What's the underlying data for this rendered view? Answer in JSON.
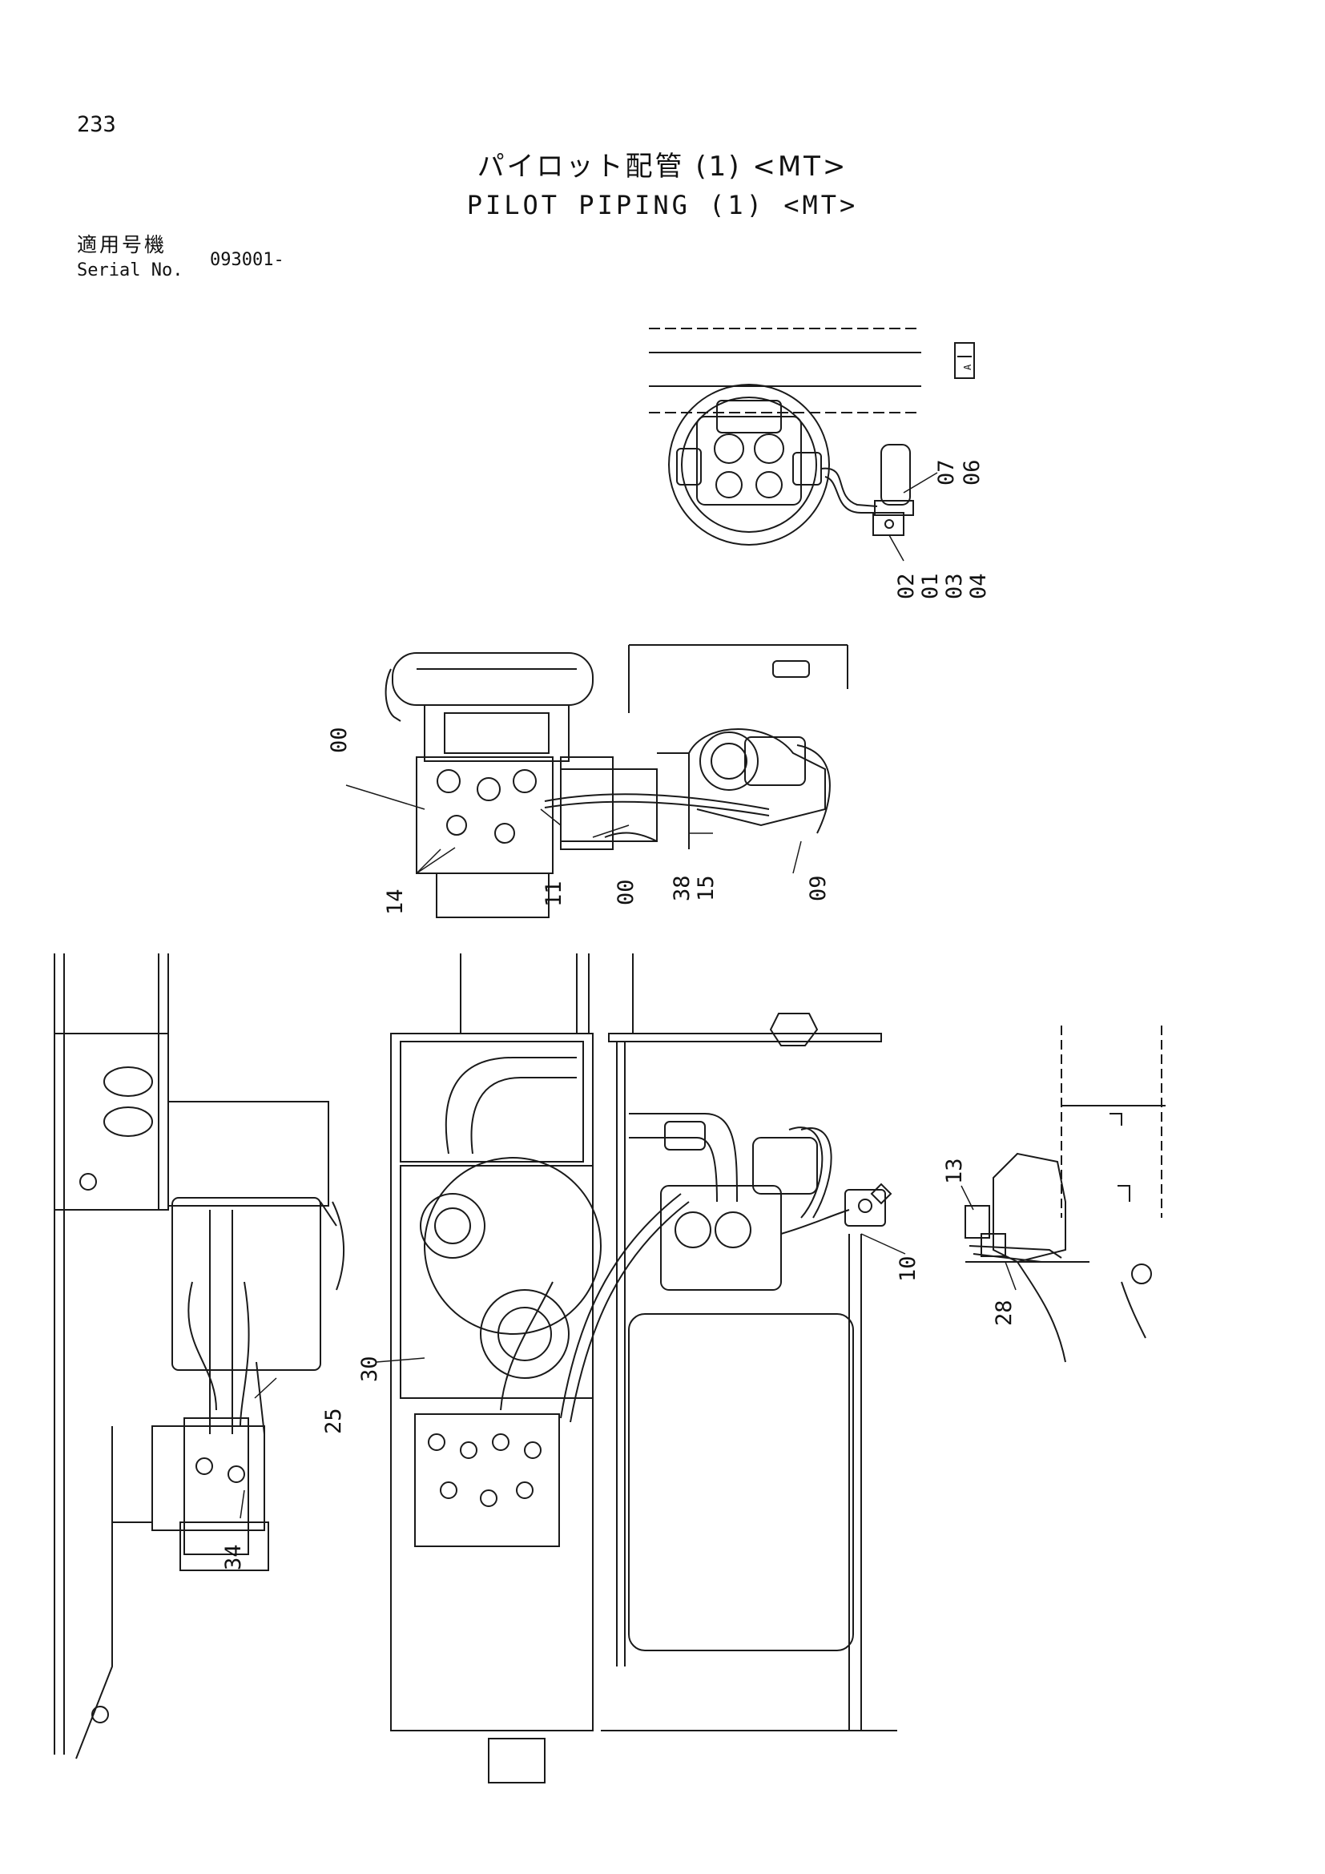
{
  "page_number": "233",
  "title_ja": "パイロット配管 (1) <MT>",
  "title_en": "PILOT PIPING (1) <MT>",
  "serial_label_ja": "適用号機",
  "serial_label_en": "Serial No.",
  "serial_value": "093001-",
  "callouts": {
    "c07": "07",
    "c06": "06",
    "c02": "02",
    "c01": "01",
    "c03": "03",
    "c04": "04",
    "c00a": "00",
    "c00b": "00",
    "c14": "14",
    "c11": "11",
    "c38": "38",
    "c15": "15",
    "c09": "09",
    "c10": "10",
    "c13": "13",
    "c28": "28",
    "c30": "30",
    "c25": "25",
    "c34": "34"
  },
  "view_marker": "A"
}
